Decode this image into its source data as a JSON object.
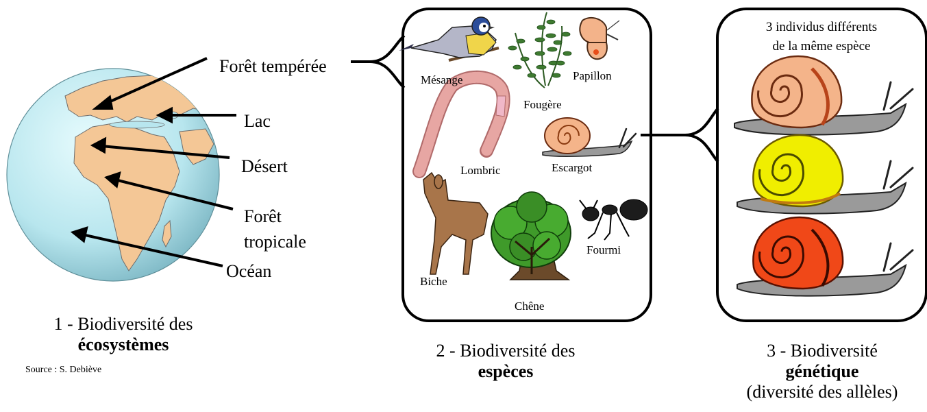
{
  "ecosystems": {
    "labels": {
      "foret_temperee": "Forêt tempérée",
      "lac": "Lac",
      "desert": "Désert",
      "foret_tropicale_1": "Forêt",
      "foret_tropicale_2": "tropicale",
      "ocean": "Océan"
    },
    "caption_line1": "1 - Biodiversité des",
    "caption_line2": "écosystèmes",
    "source": "Source : S. Debiève"
  },
  "species": {
    "labels": {
      "mesange": "Mésange",
      "papillon": "Papillon",
      "fougere": "Fougère",
      "lombric": "Lombric",
      "escargot": "Escargot",
      "biche": "Biche",
      "chene": "Chêne",
      "fourmi": "Fourmi"
    },
    "caption_line1": "2 - Biodiversité des",
    "caption_line2": "espèces"
  },
  "genetic": {
    "header_line1": "3 individus différents",
    "header_line2": "de la même espèce",
    "caption_line1": "3 - Biodiversité",
    "caption_line2": "génétique",
    "caption_line3": "(diversité des allèles)",
    "snail_shell_colors": [
      "#f4b48a",
      "#f0ee00",
      "#f04818"
    ]
  },
  "colors": {
    "ocean": "#b8e6ee",
    "land": "#f4c796",
    "snail_body": "#9a9a9a"
  }
}
